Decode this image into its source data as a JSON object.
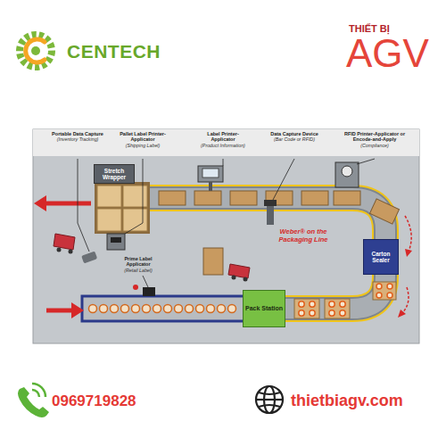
{
  "diagram": {
    "nodes": [
      {
        "text": [
          "Stretch Wrapper"
        ]
      },
      {
        "text": [
          "Carton Sealer"
        ]
      },
      {
        "text": [
          "Pack Station"
        ]
      }
    ],
    "labels": [
      "CENTECH",
      "THIẾT BỊ",
      "AGV",
      "Portable Data Capture",
      "(Inventory Tracking)",
      "Pallet Label Printer-Applicator",
      "(Shipping Label)",
      "Label Printer-Applicator",
      "(Product Information)",
      "Data Capture Device",
      "(Bar Code or RFID)",
      "RFID Printer-Applicator or Encode-and-Apply",
      "(Compliance)",
      "Prime Label Applicator",
      "(Retail Label)",
      "Weber® on the Packaging Line",
      "0969719828",
      "thietbiagv.com"
    ]
  }
}
